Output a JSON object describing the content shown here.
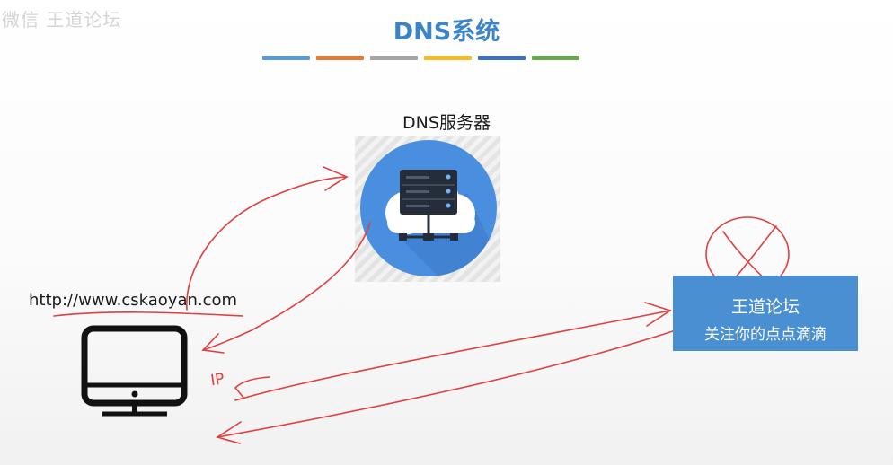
{
  "watermark": "微信 王道论坛",
  "title": "DNS系统",
  "color_bars": [
    "#5b9bd5",
    "#e07b39",
    "#a5a5a5",
    "#f2bc2b",
    "#3f6fbf",
    "#6aa84f"
  ],
  "server": {
    "label": "DNS服务器"
  },
  "client": {
    "url": "http://www.cskaoyan.com"
  },
  "website": {
    "name": "王道论坛",
    "slogan": "关注你的点点滴滴"
  },
  "annotations": {
    "ip_text": "IP"
  }
}
